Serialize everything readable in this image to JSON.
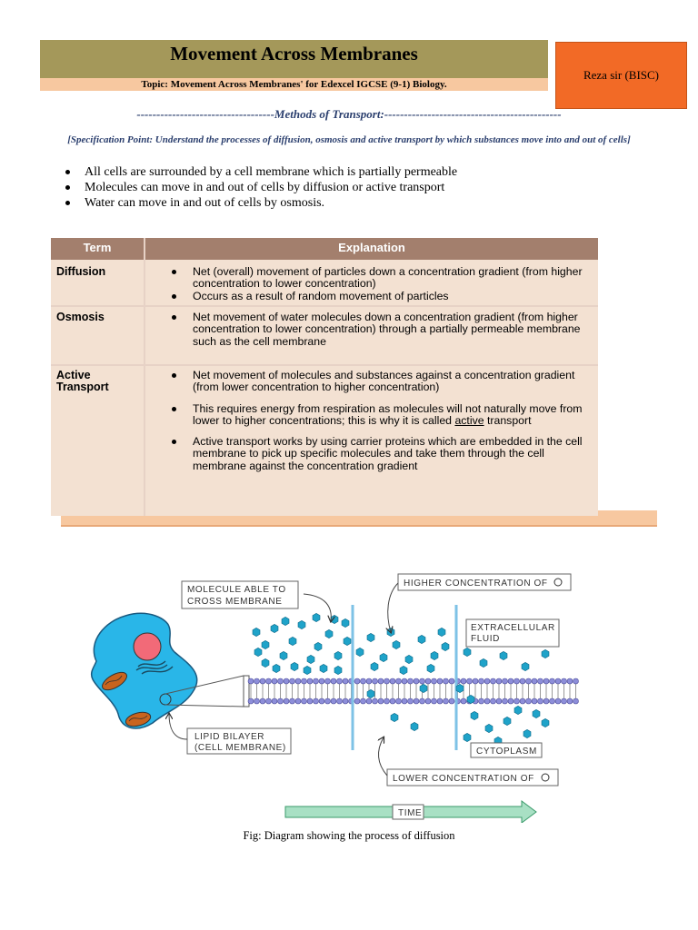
{
  "header": {
    "title": "Movement Across Membranes",
    "topic": "Topic: Movement Across Membranes' for Edexcel IGCSE (9-1) Biology.",
    "author": "Reza sir (BISC)"
  },
  "section": {
    "heading": "-----------------------------------Methods of Transport:---------------------------------------------",
    "spec": "[Specification Point: Understand the processes of diffusion, osmosis and active transport by which substances move into and out of cells]"
  },
  "bullets": [
    "All cells are surrounded by a cell membrane which is partially permeable",
    "Molecules can move in and out of cells by diffusion or active transport",
    "Water can move in and out of cells by osmosis."
  ],
  "table": {
    "headers": [
      "Term",
      "Explanation"
    ],
    "rows": [
      {
        "term": "Diffusion",
        "points": [
          "Net (overall) movement of particles down a concentration gradient (from higher concentration to lower concentration)",
          "Occurs as a result of random movement of particles"
        ]
      },
      {
        "term": "Osmosis",
        "points": [
          "Net movement of water molecules down a concentration gradient (from higher concentration to lower concentration) through a partially permeable membrane such as the cell membrane"
        ]
      },
      {
        "term_line1": "Active",
        "term_line2": "Transport",
        "points": [
          "Net movement of molecules and substances against a concentration gradient (from lower concentration to higher concentration)",
          "This requires energy from respiration as molecules will not naturally move from lower to higher concentrations; this is why it is called",
          "Active transport works by using carrier proteins which are embedded in the cell membrane to pick up specific molecules and take them through the cell membrane against the concentration gradient"
        ],
        "underlined": "active",
        "tail": "transport"
      }
    ]
  },
  "figure": {
    "labels": {
      "molecule_1": "MOLECULE  ABLE  TO",
      "molecule_2": "CROSS  MEMBRANE",
      "higher": "HIGHER  CONCENTRATION  OF",
      "extracellular_1": "EXTRACELLULAR",
      "extracellular_2": "FLUID",
      "lipid_1": "LIPID  BILAYER",
      "lipid_2": "(CELL  MEMBRANE)",
      "cytoplasm": "CYTOPLASM",
      "lower": "LOWER  CONCENTRATION  OF",
      "time": "TIME"
    },
    "caption": "Fig: Diagram showing the process of diffusion",
    "colors": {
      "molecule": "#1fa3c9",
      "cell": "#29b6e8",
      "nucleus": "#f26a78",
      "mitochondria": "#c8641e",
      "bilayer": "#8d8ed9",
      "time_arrow": "#a8e0c4"
    }
  }
}
